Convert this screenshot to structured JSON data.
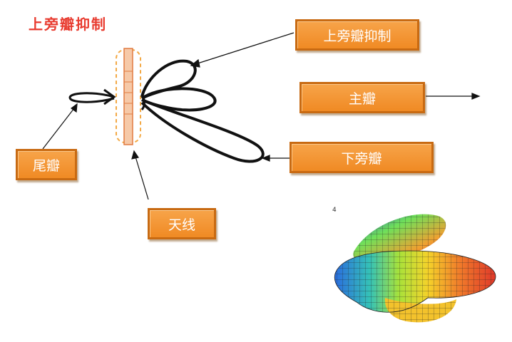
{
  "title": "上旁瓣抑制",
  "labels": {
    "upper_sidelobe_suppression": "上旁瓣抑制",
    "main_lobe": "主瓣",
    "lower_sidelobe": "下旁瓣",
    "tail_lobe": "尾瓣",
    "antenna": "天线"
  },
  "small_number": "4",
  "colors": {
    "title": "#e83b2f",
    "box_fill": "#f39a3a",
    "box_border": "#c86a12"
  }
}
